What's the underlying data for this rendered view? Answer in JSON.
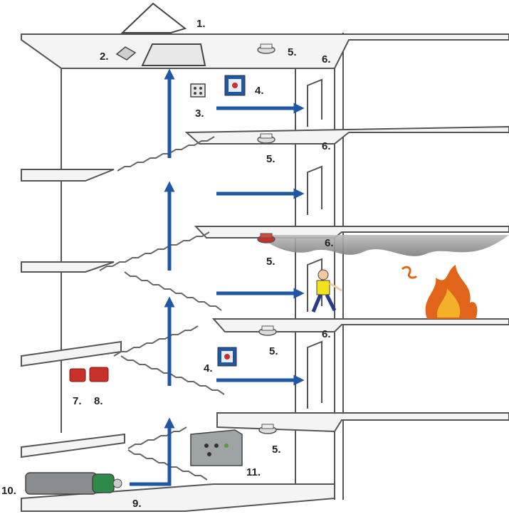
{
  "colors": {
    "arrow": "#1f56a6",
    "slab_fill": "#f4f4f4",
    "outline": "#555555",
    "smoke": "#9a9a9a",
    "fire": "#e0641a",
    "alarm_red": "#c8302a",
    "panel": "#9ea3a6",
    "person_shirt": "#f2e21e"
  },
  "labels": {
    "hatch": "1.",
    "hatch_control": "2.",
    "vent_control": "3.",
    "call_point": "4.",
    "smoke_detector": "5.",
    "door": "6.",
    "control_unit_a": "7.",
    "control_unit_b": "8.",
    "pipe": "9.",
    "gas_cylinder": "10.",
    "control_cabinet": "11."
  },
  "icons": [
    "roof-hatch-icon",
    "smoke-detector-icon",
    "manual-call-point-icon",
    "vent-switch-icon",
    "door-icon",
    "fire-icon",
    "person-running-icon",
    "gas-cylinder-icon",
    "control-cabinet-icon",
    "evacuation-arrow-icon"
  ]
}
